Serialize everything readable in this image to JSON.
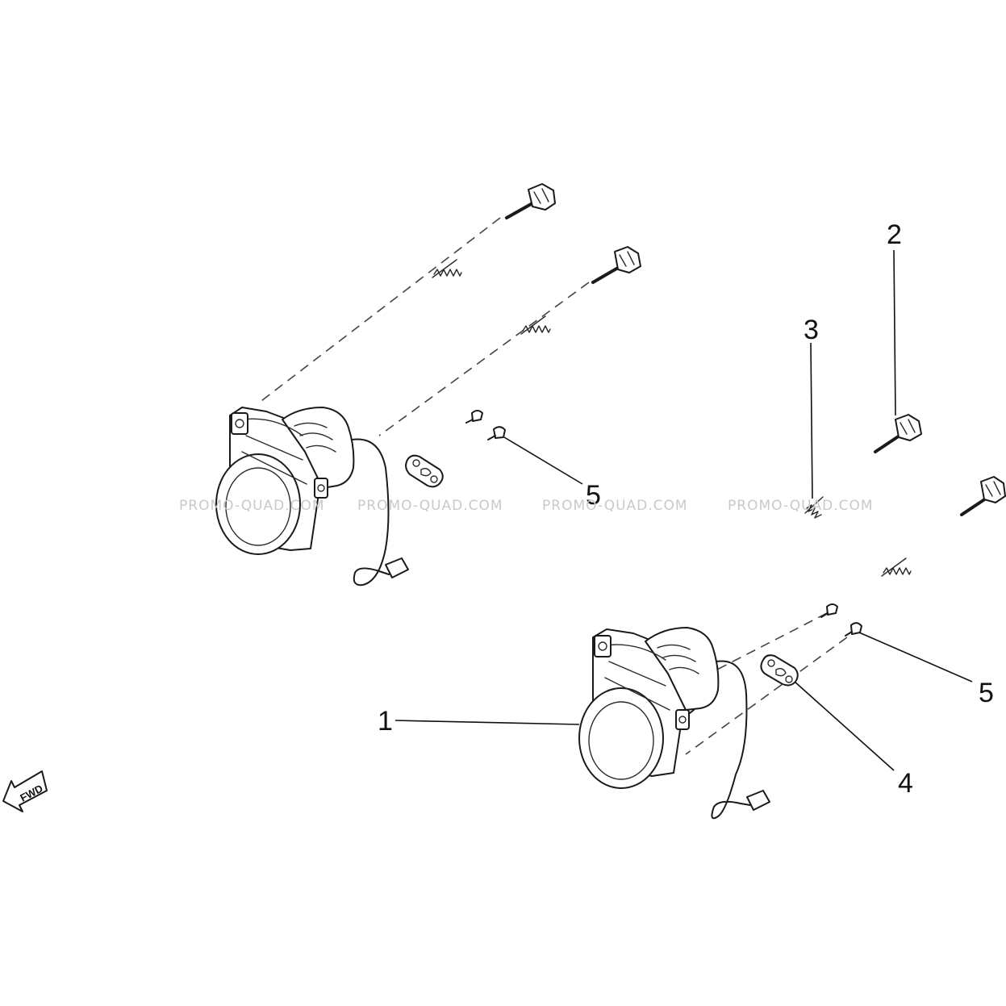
{
  "callouts": {
    "c1": "1",
    "c2": "2",
    "c3": "3",
    "c4": "4",
    "c5a": "5",
    "c5b": "5"
  },
  "watermark": {
    "w1": "PROMO-QUAD.COM",
    "w2": "PROMO-QUAD.COM",
    "w3": "PROMO-QUAD.COM",
    "w4": "PROMO-QUAD.COM"
  },
  "direction_label": "FWD",
  "colors": {
    "line": "#1a1a1a",
    "watermark": "#c9c9c9",
    "background": "#ffffff"
  }
}
